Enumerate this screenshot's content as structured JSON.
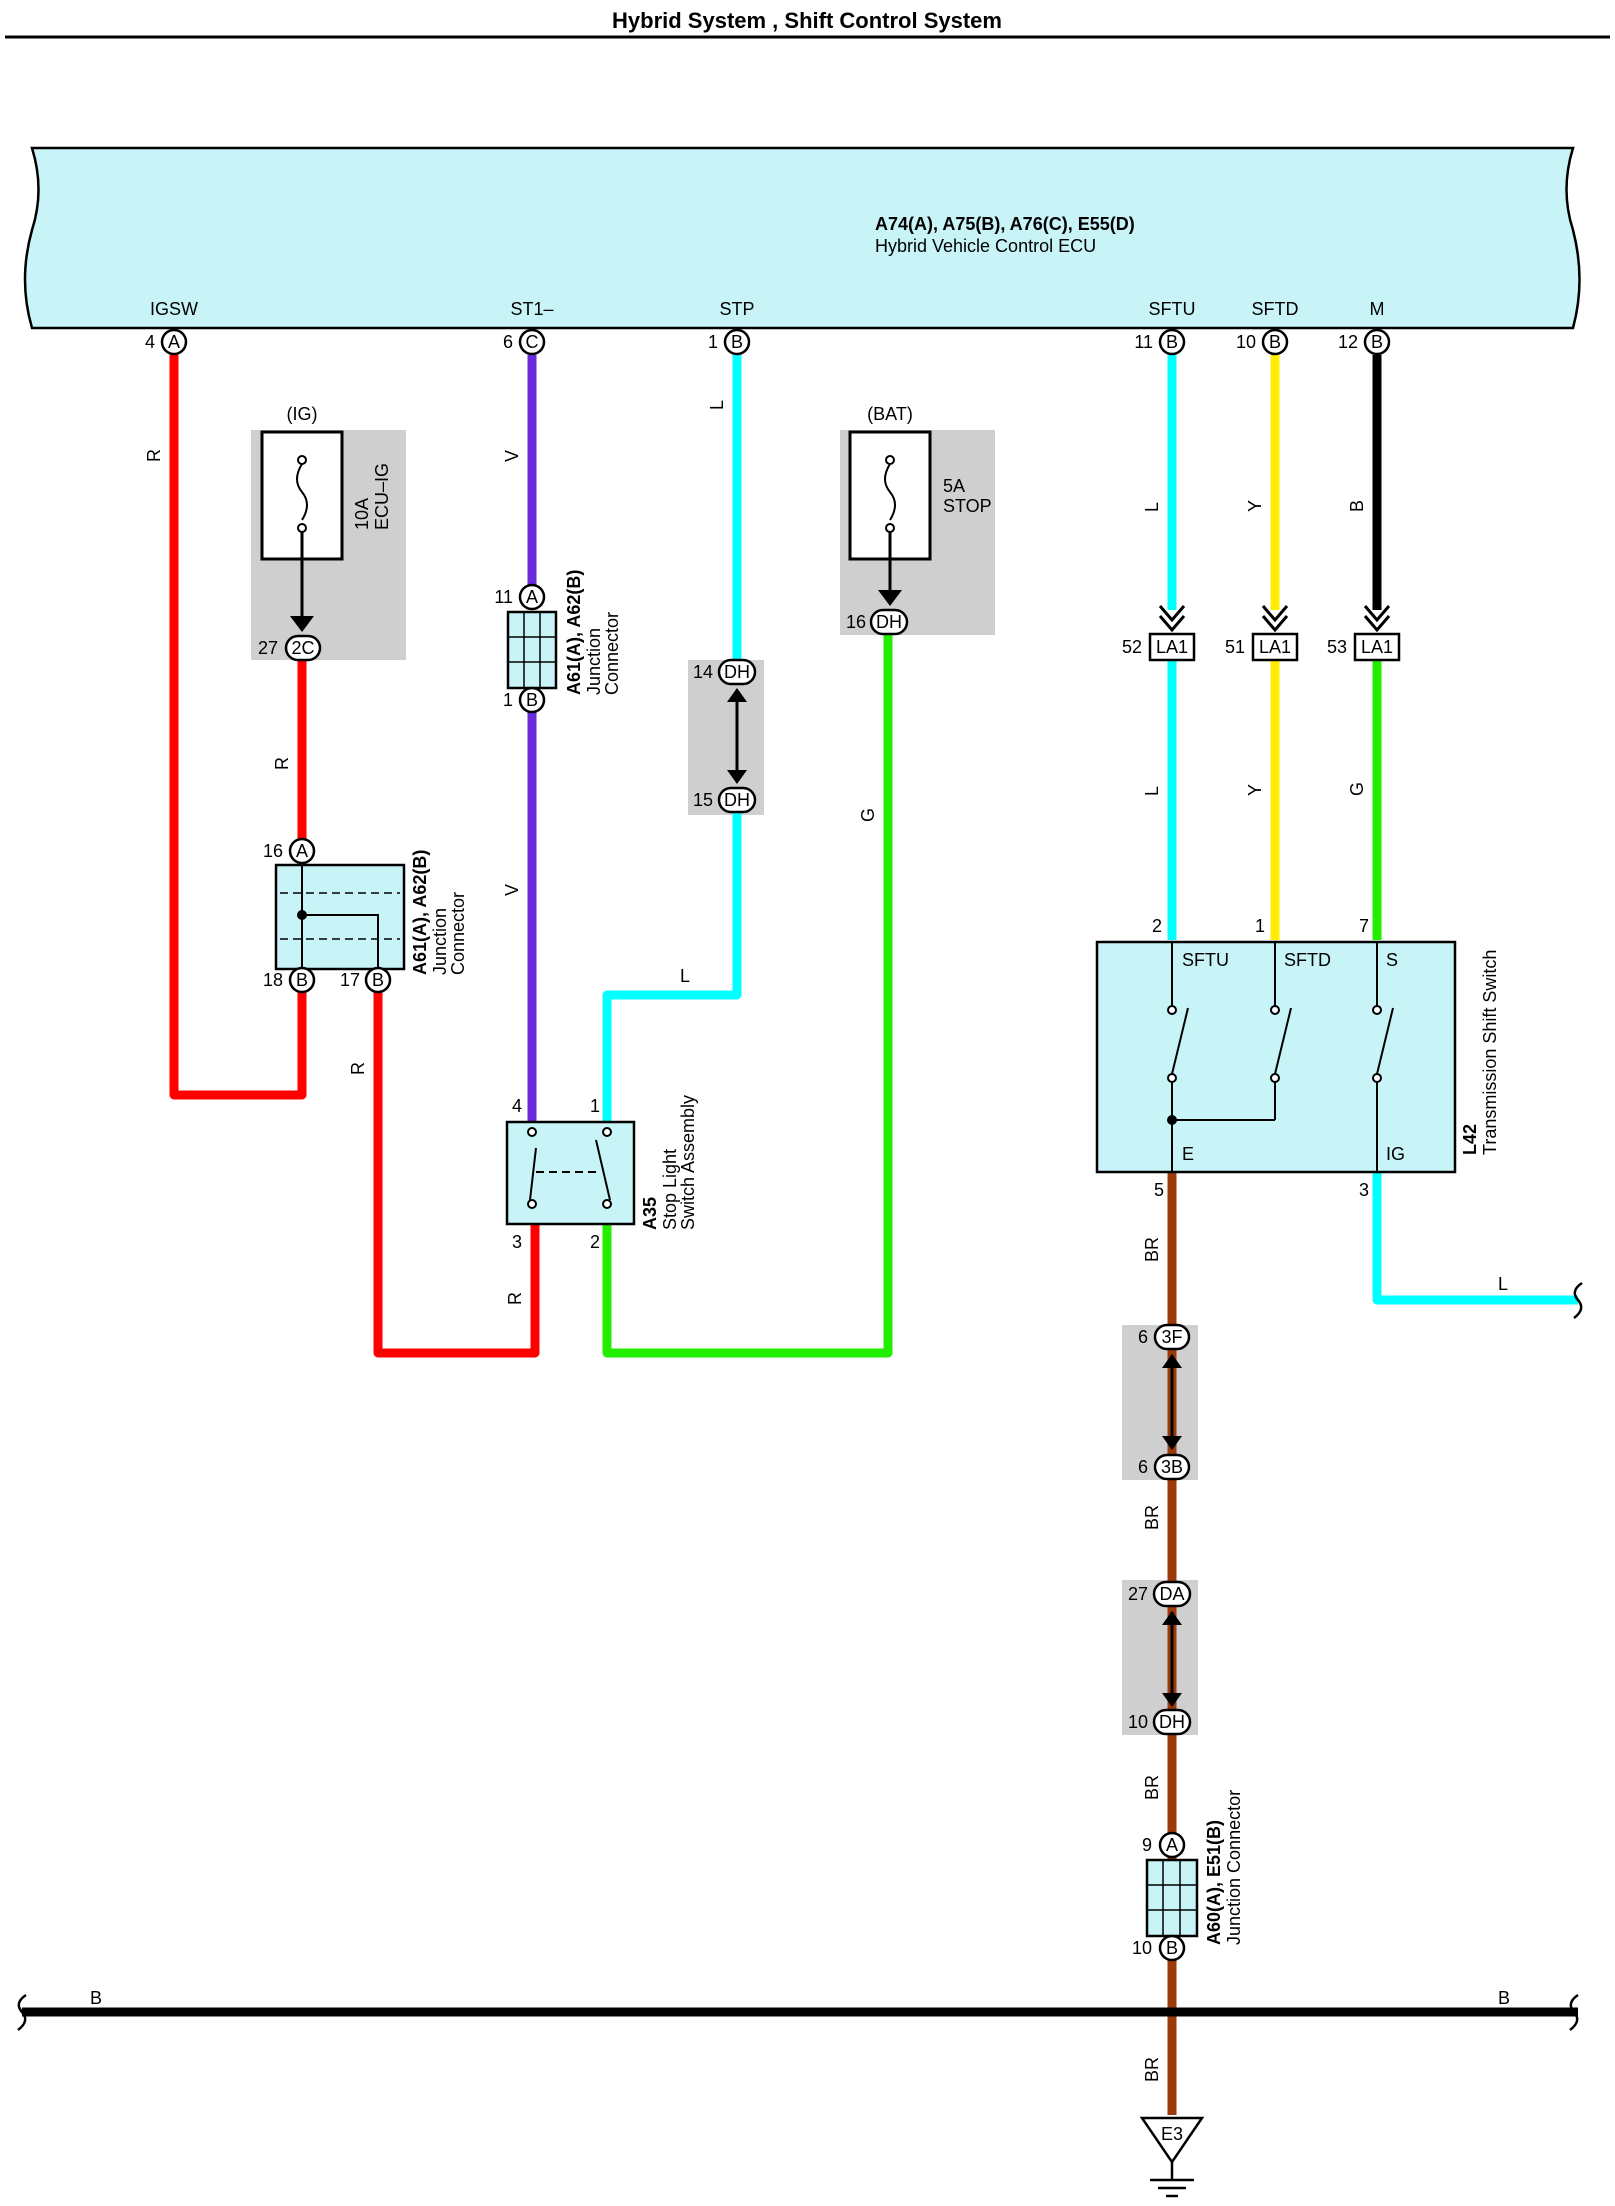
{
  "title": "Hybrid System , Shift Control System",
  "colors": {
    "R": "#ff0000",
    "V": "#6a2bdc",
    "L": "#00ffff",
    "G": "#22ee00",
    "Y": "#ffee00",
    "B": "#000000",
    "BR": "#9c3a0a",
    "ecu_fill": "#c8f4f8",
    "gray": "#cfcfcf"
  },
  "ecu": {
    "connectors": "A74(A), A75(B), A76(C), E55(D)",
    "name": "Hybrid Vehicle Control ECU",
    "terminals": [
      {
        "name": "IGSW",
        "pin": "4",
        "conn": "A"
      },
      {
        "name": "ST1–",
        "pin": "6",
        "conn": "C"
      },
      {
        "name": "STP",
        "pin": "1",
        "conn": "B"
      },
      {
        "name": "SFTU",
        "pin": "11",
        "conn": "B"
      },
      {
        "name": "SFTD",
        "pin": "10",
        "conn": "B"
      },
      {
        "name": "M",
        "pin": "12",
        "conn": "B"
      }
    ]
  },
  "fuse_ig": {
    "group": "(IG)",
    "rating": "10A",
    "name": "ECU–IG",
    "pin": "27",
    "conn": "2C"
  },
  "fuse_bat": {
    "group": "(BAT)",
    "rating": "5A",
    "name": "STOP",
    "pin": "16",
    "conn": "DH"
  },
  "jc_upper": {
    "pin_a": "11",
    "conn_a": "A",
    "pin_b": "1",
    "conn_b": "B",
    "code": "A61(A), A62(B)",
    "line1": "Junction",
    "line2": "Connector"
  },
  "jc_left": {
    "pin_a": "16",
    "conn_a": "A",
    "pin_b1": "18",
    "conn_b1": "B",
    "pin_b2": "17",
    "conn_b2": "B",
    "code": "A61(A), A62(B)",
    "line1": "Junction",
    "line2": "Connector"
  },
  "jc_stp": {
    "pin_top": "14",
    "conn_top": "DH",
    "pin_bot": "15",
    "conn_bot": "DH"
  },
  "stop_switch": {
    "code": "A35",
    "line1": "Stop Light",
    "line2": "Switch Assembly",
    "pin_tl": "4",
    "pin_tr": "1",
    "pin_bl": "3",
    "pin_br": "2"
  },
  "la1": [
    {
      "pin": "52",
      "conn": "LA1"
    },
    {
      "pin": "51",
      "conn": "LA1"
    },
    {
      "pin": "53",
      "conn": "LA1"
    }
  ],
  "shift_switch": {
    "code": "L42",
    "name": "Transmission Shift Switch",
    "t_sftu": "SFTU",
    "t_sftd": "SFTD",
    "t_s": "S",
    "t_e": "E",
    "t_ig": "IG",
    "pin_sftu": "2",
    "pin_sftd": "1",
    "pin_s": "7",
    "pin_e": "5",
    "pin_ig": "3"
  },
  "jc_3f": {
    "pin_top": "6",
    "conn_top": "3F",
    "pin_bot": "6",
    "conn_bot": "3B"
  },
  "jc_da": {
    "pin_top": "27",
    "conn_top": "DA",
    "pin_bot": "10",
    "conn_bot": "DH"
  },
  "jc_bottom": {
    "pin_a": "9",
    "conn_a": "A",
    "pin_b": "10",
    "conn_b": "B",
    "code": "A60(A), E51(B)",
    "name": "Junction Connector"
  },
  "ground": {
    "name": "E3"
  },
  "wire_labels": {
    "R": "R",
    "V": "V",
    "L": "L",
    "G": "G",
    "Y": "Y",
    "B": "B",
    "BR": "BR"
  }
}
